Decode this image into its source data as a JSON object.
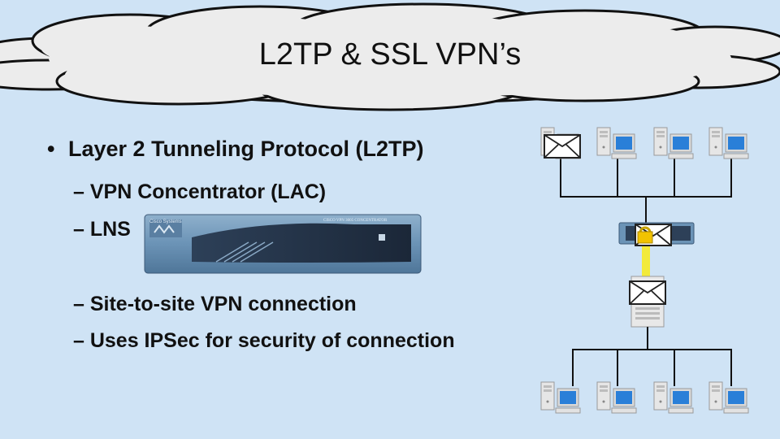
{
  "slide": {
    "title": "L2TP & SSL VPN’s",
    "bullets": {
      "main": "Layer 2 Tunneling Protocol (L2TP)",
      "sub1": "– VPN Concentrator (LAC)",
      "sub2": "– LNS",
      "sub3": "– Site-to-site VPN connection",
      "sub4": "– Uses IPSec for security of connection"
    },
    "device_image": {
      "brand_text": "Cisco Systems",
      "model_text": "CISCO VPN 3005 CONCENTRATOR"
    },
    "diagram": {
      "icons": [
        "computer-icon",
        "envelope-icon",
        "router-icon",
        "lock-icon",
        "server-icon"
      ],
      "tunnel_color": "#f2ea3a"
    }
  },
  "colors": {
    "background": "#cfe3f5",
    "cloud_fill": "#ececec",
    "text": "#111111",
    "device_blue": "#6b93b6"
  }
}
